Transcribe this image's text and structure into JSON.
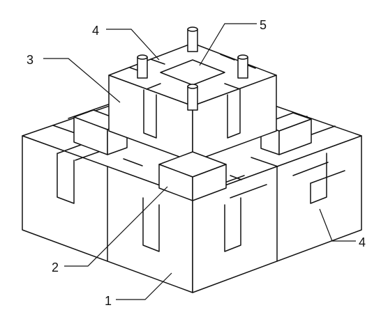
{
  "diagram": {
    "colors": {
      "stroke": "#111111",
      "fill": "#ffffff"
    },
    "labels": [
      {
        "id": "label-1",
        "text": "1"
      },
      {
        "id": "label-2",
        "text": "2"
      },
      {
        "id": "label-3",
        "text": "3"
      },
      {
        "id": "label-4-top",
        "text": "4"
      },
      {
        "id": "label-4-right",
        "text": "4"
      },
      {
        "id": "label-5",
        "text": "5"
      }
    ]
  }
}
